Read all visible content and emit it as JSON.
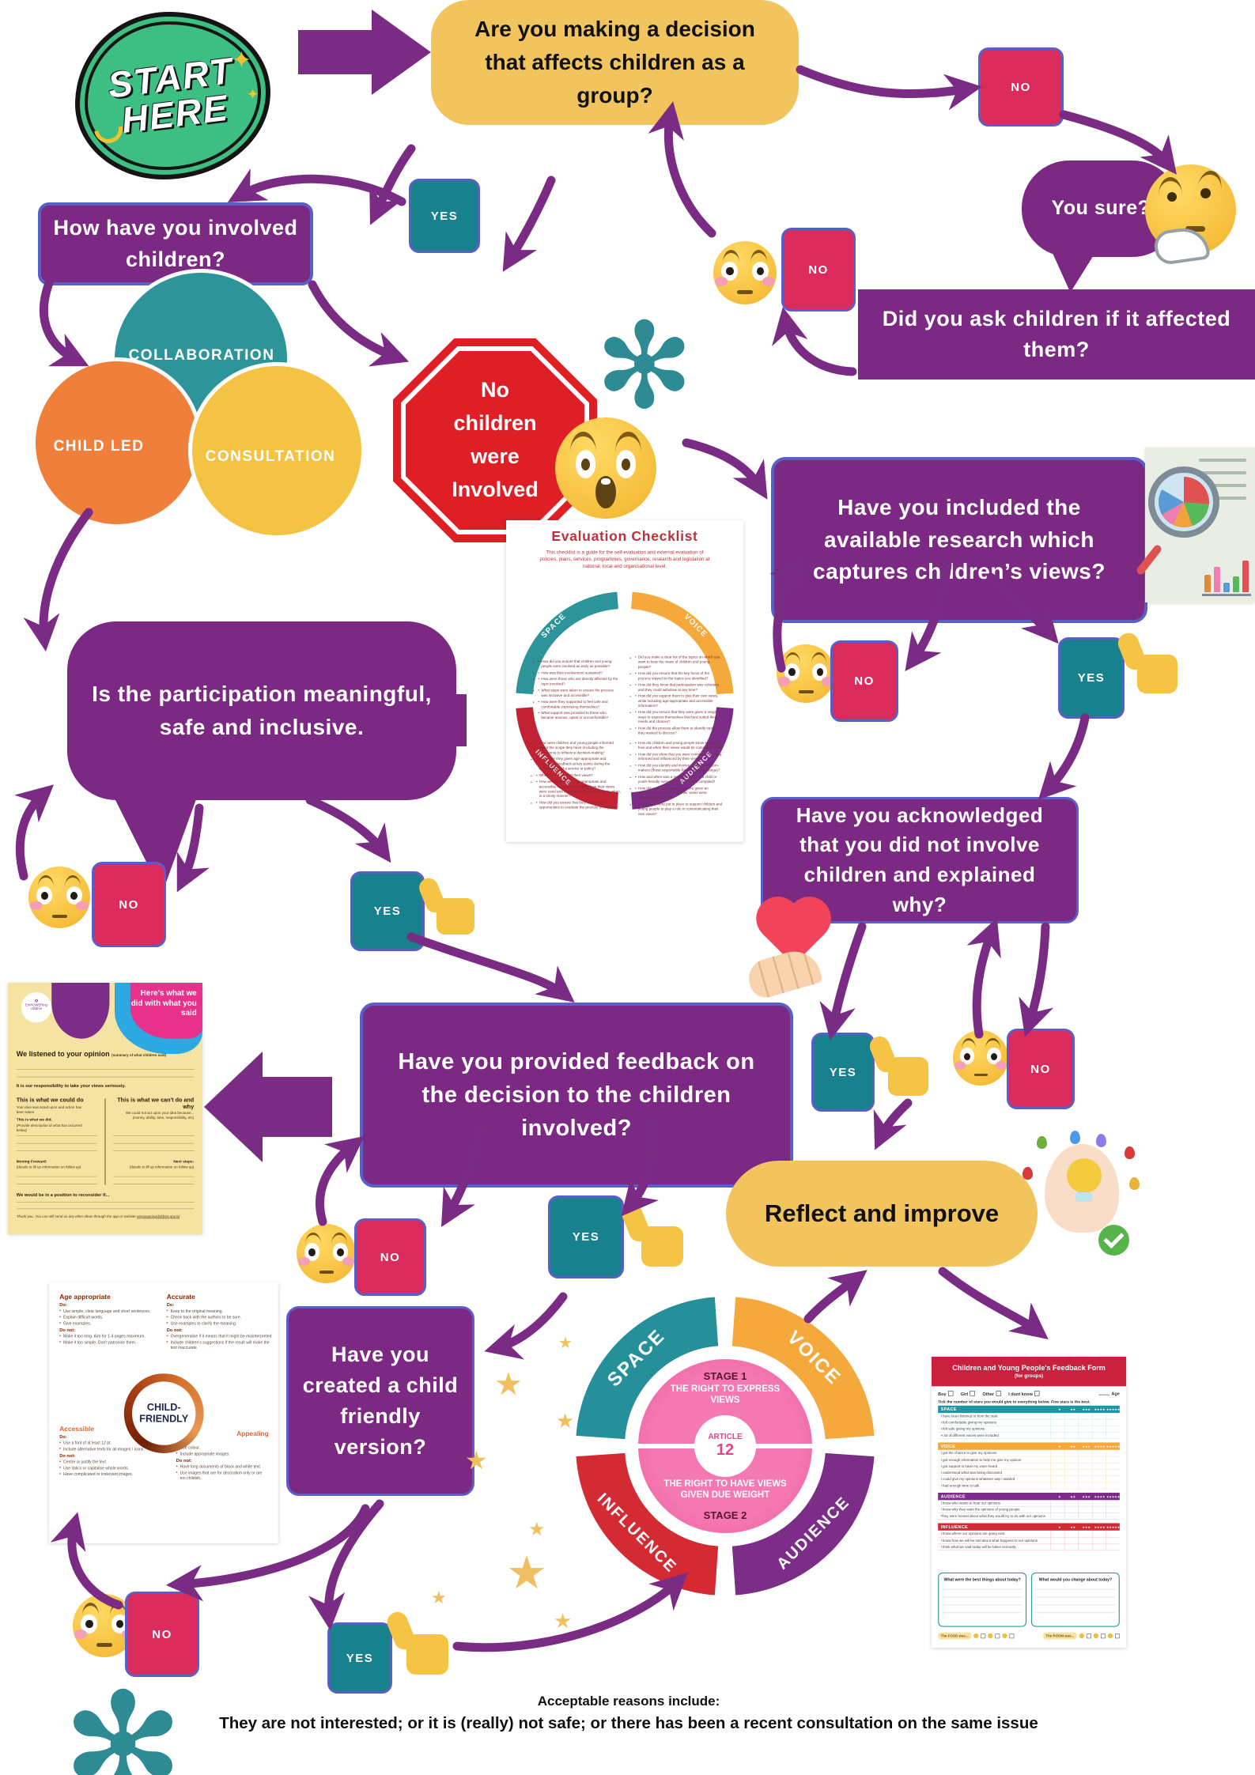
{
  "palette": {
    "purple_box": "#7B2982",
    "arrow_purple": "#7A2C85",
    "chip_border": "#5A5FC7",
    "yes_teal": "#17818D",
    "no_crimson": "#DB2B5C",
    "question_yellow": "#F2C45E",
    "stop_red": "#DE1F26",
    "start_green": "#3DBE83",
    "venn_teal": "#2D9599",
    "venn_orange": "#F07F3C",
    "venn_yellow": "#F5C344",
    "reflect_yellow": "#F7C65F"
  },
  "decor": {
    "sparkle": "✦",
    "star": "★",
    "asterisk": "✻"
  },
  "labels": {
    "yes": "YES",
    "no": "NO"
  },
  "start": {
    "label": "START HERE"
  },
  "questions": {
    "group_decision": "Are you making a decision that affects children as a group?",
    "you_sure": "You sure?",
    "did_you_ask": "Did you ask children if it affected them?",
    "how_involved": "How have you involved children?",
    "stop": "No children were Involved",
    "research": "Have you included the available research which captures children’s views?",
    "participation": "Is the participation meaningful, safe and inclusive.",
    "acknowledged": "Have you acknowledged that you did not involve children and explained why?",
    "feedback": "Have you provided feedback on the decision to the children involved?",
    "reflect": "Reflect and improve",
    "child_friendly": "Have you created a child friendly version?"
  },
  "venn": [
    "COLLABORATION",
    "CHILD LED",
    "CONSULTATION"
  ],
  "footnote": {
    "heading": "Acceptable reasons include:",
    "body": "They are not interested; or it is (really) not safe; or there has been a recent consultation on the same issue"
  },
  "checklist_doc": {
    "title": "Evaluation Checklist",
    "subtitle": "This checklist is a guide for the self-evaluation and external evaluation of policies, plans, services, programmes, governance, research and legislation at national, local and organisational level.",
    "quadrants": [
      {
        "name": "SPACE",
        "color": "#2D9599",
        "items": [
          "How did you ensure that children and young people were involved as early as possible?",
          "How was their involvement sustained?",
          "How were those who are directly affected by the topic involved?",
          "What steps were taken to ensure the process was inclusive and accessible?",
          "How were they supported to feel safe and comfortable expressing themselves?",
          "What support was provided to those who became anxious, upset or uncomfortable?"
        ]
      },
      {
        "name": "VOICE",
        "color": "#F5A83C",
        "items": [
          "Did you make a clear list of the topics on which you want to hear the views of children and young people?",
          "How did you ensure that the key focus of the process stayed on the topics you identified?",
          "How did they know that participation was voluntary and they could withdraw at any time?",
          "How did you support them to give their own views, while including age-appropriate and accessible information?",
          "How did you ensure that they were given a range of ways to express themselves that best suited their needs and choices?",
          "How did the process allow them to identify topics they wanted to discuss?"
        ]
      },
      {
        "name": "INFLUENCE",
        "color": "#C22233",
        "items": [
          "How were children and young people informed about the scope they have (including the limitations) to influence decision-making?",
          "How were they given age-appropriate and accessible feedback at key points during the development of a service or policy?",
          "What did you do with their views?",
          "How were they given age-appropriate and accessible feedback explaining how their views were used and the reasons for the decisions taken, in a timely manner?",
          "How did you ensure that they were given opportunities to evaluate the process throughout?"
        ]
      },
      {
        "name": "AUDIENCE",
        "color": "#7B2D87",
        "items": [
          "How did children and young people know to whom, how and when their views would be communicated?",
          "How did you show that you were committed to being informed and influenced by their views?",
          "How did you identify and involve relevant decision-makers (those responsible for influencing change)?",
          "How and when was a report/record and a child or youth-friendly summary of their views compiled?",
          "How did you ensure that they were given an opportunity to confirm that their views were accurately recorded?",
          "What plans were put in place to support children and young people to play a role in communicating their own views?"
        ]
      }
    ]
  },
  "yellow_doc": {
    "header": "Here's what we did with what you said",
    "logo": "EmPOWERing children",
    "listened_heading": "We listened to your opinion",
    "listened_note": "(summary of what children said)",
    "responsibility": "It is our responsibility to take your views seriously.",
    "could_do_heading": "This is what we could do",
    "could_do_note": "Your idea was acted upon and action has been taken.",
    "did_heading": "This is what we did.",
    "did_note": "(Provide description of what has occurred below)",
    "cant_heading": "This is what we can't do and why",
    "cant_note": "We could not act upon your idea because... (money, ability, time, responsibility, etc)",
    "moving_heading": "Moving Forward:",
    "moving_note": "(details to fill up information on follow up)",
    "next_heading": "Next steps:",
    "next_note": "(details to fill up information on follow up)",
    "reconsider": "We would be in a position to reconsider if...",
    "thanks": "Thank you. You can still send us any other ideas through the app or website",
    "website": "empoweringchildren.gov.nz"
  },
  "child_friendly_doc": {
    "center_line1": "CHILD-",
    "center_line2": "FRIENDLY",
    "do_label": "Do:",
    "dont_label": "Do not:",
    "quadrants": [
      {
        "title": "Age appropriate",
        "color": "#8B2500",
        "dos": [
          "Use simple, clear language and short sentences.",
          "Explain difficult words.",
          "Give examples."
        ],
        "donts": [
          "Make it too long. Aim for 1-4 pages maximum.",
          "Make it too simple. Don't patronise them."
        ]
      },
      {
        "title": "Accurate",
        "color": "#8B2500",
        "dos": [
          "Keep to the original meaning.",
          "Check back with the authors to be sure.",
          "Use examples to clarify the meaning."
        ],
        "donts": [
          "Overgeneralise if it means that it might be misinterpreted",
          "Include children's suggestions if the result will make the text inaccurate."
        ]
      },
      {
        "title": "Accessible",
        "color": "#E2672F",
        "dos": [
          "Use a font of at least 12 pt.",
          "Include alternative texts for all images / icons."
        ],
        "donts": [
          "Centre or justify the text.",
          "Use italics or capitalise whole words.",
          "Have complicated or irrelevant images."
        ]
      },
      {
        "title": "Appealing",
        "color": "#E2672F",
        "dos": [
          "Use colour.",
          "Include appropriate images."
        ],
        "donts": [
          "Have long documents of black and white text.",
          "Use images that are for decoration only or are too childish."
        ]
      }
    ]
  },
  "lundy_wheel": {
    "segments": [
      {
        "name": "SPACE",
        "color": "#259099"
      },
      {
        "name": "VOICE",
        "color": "#F5A83C"
      },
      {
        "name": "INFLUENCE",
        "color": "#D42A34"
      },
      {
        "name": "AUDIENCE",
        "color": "#7B2D87"
      }
    ],
    "center": {
      "stage1": "STAGE 1",
      "right1": "THE RIGHT TO EXPRESS VIEWS",
      "article": "ARTICLE",
      "number": "12",
      "right2": "THE RIGHT TO HAVE VIEWS GIVEN DUE WEIGHT",
      "stage2": "STAGE 2"
    }
  },
  "feedback_form": {
    "title": "Children and Young People's Feedback Form",
    "subtitle": "(for groups)",
    "demographics": [
      "Boy",
      "Girl",
      "Other",
      "I dont know"
    ],
    "age_label": "Age",
    "instruction": "Tick the number of stars you would give to everything below. Five stars is the best.",
    "star_cols": [
      "★",
      "★★",
      "★★★",
      "★★★★",
      "★★★★★"
    ],
    "sections": [
      {
        "name": "SPACE",
        "rows": [
          "I have been listened to from the start",
          "I felt comfortable giving my opinions",
          "I felt safe giving my opinions",
          "A lot of different voices were included"
        ]
      },
      {
        "name": "VOICE",
        "rows": [
          "I got the chance to give my opinions",
          "I got enough information to help me give my opinion",
          "I got support to have my voice heard",
          "I understood what was being discussed",
          "I could give my opinions whatever way I wanted",
          "I had enough time to talk"
        ]
      },
      {
        "name": "AUDIENCE",
        "rows": [
          "I know who wants to hear our opinions",
          "I know why they want the opinions of young people",
          "They were honest about what they would try to do with our opinions"
        ]
      },
      {
        "name": "INFLUENCE",
        "rows": [
          "I know where our opinions are going next",
          "I know how we will be told about what happens to our opinions",
          "I think what we said today will be taken seriously"
        ]
      }
    ],
    "boxes": [
      "What were the best things about today?",
      "What would you change about today?"
    ],
    "ratings": [
      "The FOOD was...",
      "The ROOM was..."
    ]
  }
}
